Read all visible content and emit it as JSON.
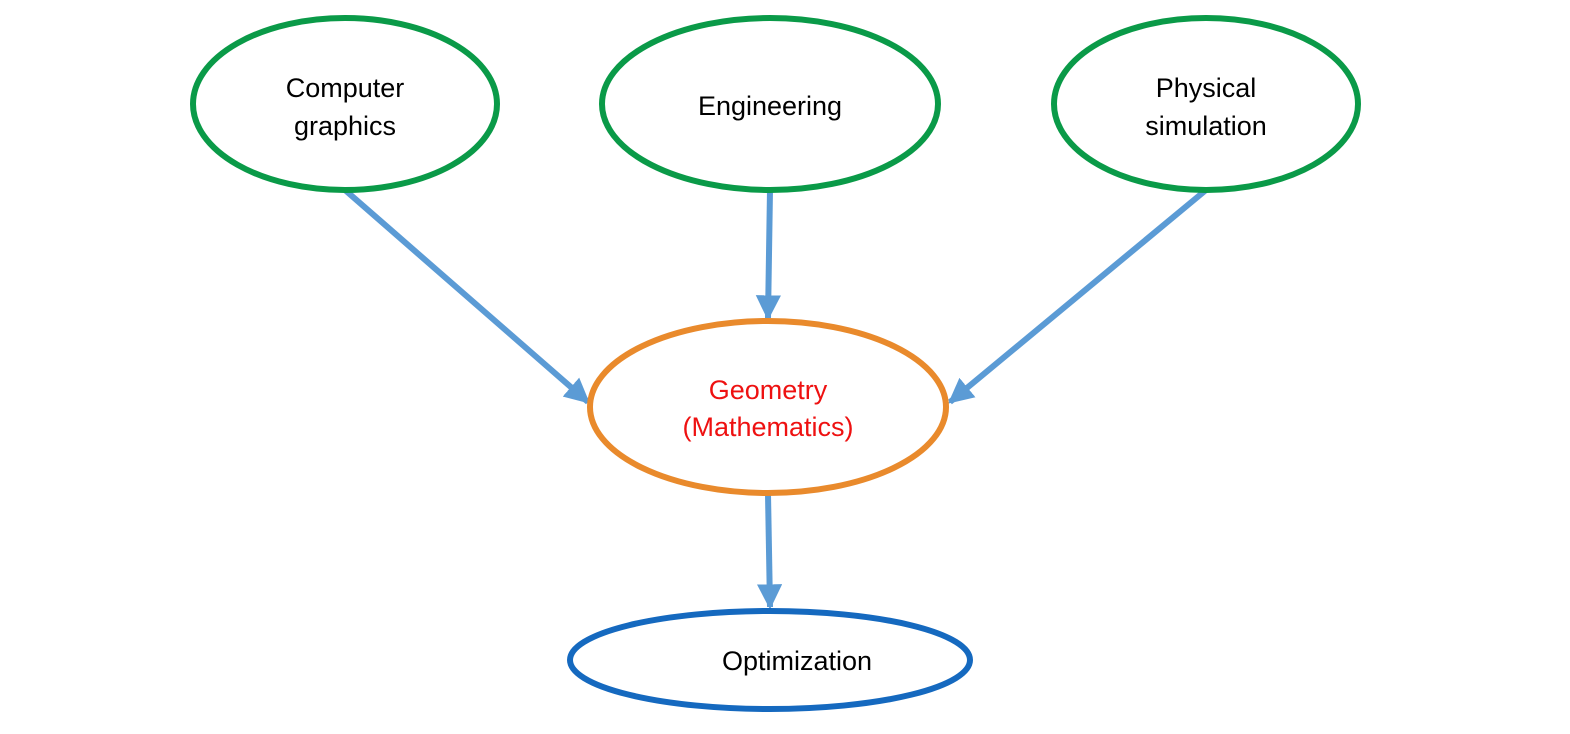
{
  "diagram": {
    "colors": {
      "source_border": "#0A9A48",
      "center_border": "#E98A2C",
      "sink_border": "#1569BF",
      "arrow": "#5B9BD5",
      "text": "#000000",
      "center_text": "#EE1111"
    },
    "nodes": {
      "computer_graphics": {
        "line1": "Computer",
        "line2": "graphics"
      },
      "engineering": {
        "label": "Engineering"
      },
      "physical_simulation": {
        "line1": "Physical",
        "line2": "simulation"
      },
      "geometry": {
        "line1": "Geometry",
        "line2": "(Mathematics)"
      },
      "optimization": {
        "label": "Optimization"
      }
    },
    "edges": [
      {
        "from": "Computer graphics",
        "to": "Geometry (Mathematics)"
      },
      {
        "from": "Engineering",
        "to": "Geometry (Mathematics)"
      },
      {
        "from": "Physical simulation",
        "to": "Geometry (Mathematics)"
      },
      {
        "from": "Geometry (Mathematics)",
        "to": "Optimization"
      }
    ]
  }
}
